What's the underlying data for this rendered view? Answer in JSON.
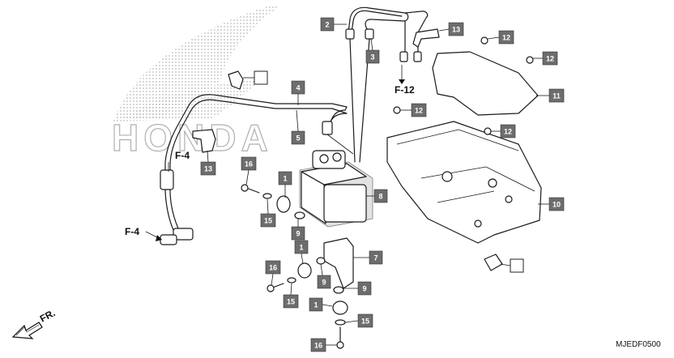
{
  "brand": {
    "watermark_text": "HONDA"
  },
  "diagram_code": "MJEDF0500",
  "callouts": [
    {
      "id": "c1a",
      "label": "1"
    },
    {
      "id": "c1b",
      "label": "1"
    },
    {
      "id": "c1c",
      "label": "1"
    },
    {
      "id": "c2",
      "label": "2"
    },
    {
      "id": "c3",
      "label": "3"
    },
    {
      "id": "c4",
      "label": "4"
    },
    {
      "id": "c5",
      "label": "5"
    },
    {
      "id": "c7",
      "label": "7"
    },
    {
      "id": "c8",
      "label": "8"
    },
    {
      "id": "c9a",
      "label": "9"
    },
    {
      "id": "c9b",
      "label": "9"
    },
    {
      "id": "c9c",
      "label": "9"
    },
    {
      "id": "c10",
      "label": "10"
    },
    {
      "id": "c11",
      "label": "11"
    },
    {
      "id": "c12a",
      "label": "12"
    },
    {
      "id": "c12b",
      "label": "12"
    },
    {
      "id": "c12c",
      "label": "12"
    },
    {
      "id": "c12d",
      "label": "12"
    },
    {
      "id": "c13a",
      "label": "13"
    },
    {
      "id": "c13b",
      "label": "13"
    },
    {
      "id": "c15a",
      "label": "15"
    },
    {
      "id": "c15b",
      "label": "15"
    },
    {
      "id": "c15c",
      "label": "15"
    },
    {
      "id": "c16a",
      "label": "16"
    },
    {
      "id": "c16b",
      "label": "16"
    },
    {
      "id": "c16c",
      "label": "16"
    }
  ],
  "references": [
    {
      "id": "ref-f4-upper",
      "label": "F-4"
    },
    {
      "id": "ref-f4-lower",
      "label": "F-4"
    },
    {
      "id": "ref-f12",
      "label": "F-12"
    }
  ],
  "direction": {
    "label": "FR."
  }
}
